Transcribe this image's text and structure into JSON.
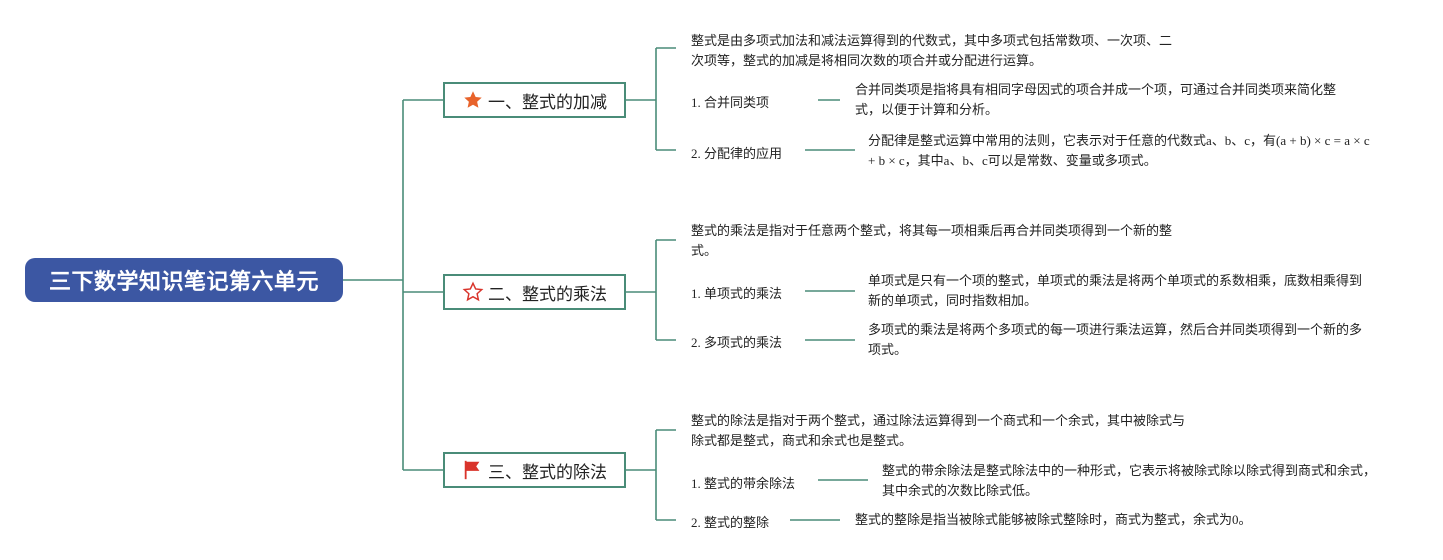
{
  "root": {
    "title": "三下数学知识笔记第六单元"
  },
  "topics": [
    {
      "icon": "star-filled-icon",
      "label": "一、整式的加减",
      "intro": "整式是由多项式加法和减法运算得到的代数式，其中多项式包括常数项、一次项、二次项等，整式的加减是将相同次数的项合并或分配进行运算。",
      "items": [
        {
          "label": "1. 合并同类项",
          "text": "合并同类项是指将具有相同字母因式的项合并成一个项，可通过合并同类项来简化整式，以便于计算和分析。"
        },
        {
          "label": "2. 分配律的应用",
          "text": "分配律是整式运算中常用的法则，它表示对于任意的代数式a、b、c，有(a + b) × c = a × c + b × c，其中a、b、c可以是常数、变量或多项式。"
        }
      ]
    },
    {
      "icon": "star-outline-icon",
      "label": "二、整式的乘法",
      "intro": "整式的乘法是指对于任意两个整式，将其每一项相乘后再合并同类项得到一个新的整式。",
      "items": [
        {
          "label": "1. 单项式的乘法",
          "text": "单项式是只有一个项的整式，单项式的乘法是将两个单项式的系数相乘，底数相乘得到新的单项式，同时指数相加。"
        },
        {
          "label": "2. 多项式的乘法",
          "text": "多项式的乘法是将两个多项式的每一项进行乘法运算，然后合并同类项得到一个新的多项式。"
        }
      ]
    },
    {
      "icon": "flag-icon",
      "label": "三、整式的除法",
      "intro": "整式的除法是指对于两个整式，通过除法运算得到一个商式和一个余式，其中被除式与除式都是整式，商式和余式也是整式。",
      "items": [
        {
          "label": "1. 整式的带余除法",
          "text": "整式的带余除法是整式除法中的一种形式，它表示将被除式除以除式得到商式和余式，其中余式的次数比除式低。"
        },
        {
          "label": "2. 整式的整除",
          "text": "整式的整除是指当被除式能够被除式整除时，商式为整式，余式为0。"
        }
      ]
    }
  ],
  "colors": {
    "root_bg": "#3c57a3",
    "line": "#4a8c78",
    "star": "#e8632b",
    "flag": "#d9342b"
  }
}
